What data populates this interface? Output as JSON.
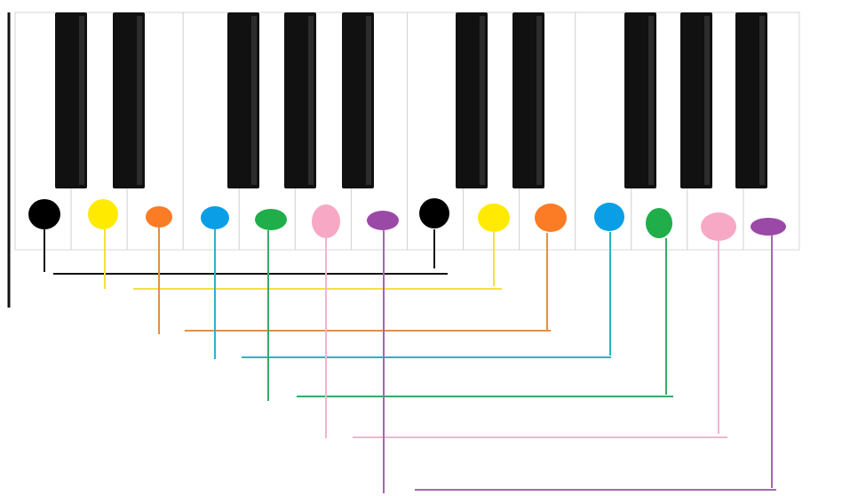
{
  "keyboard": {
    "white_key_count": 14,
    "black_keys_per_octave_pattern": [
      "C#",
      "D#",
      "F#",
      "G#",
      "A#"
    ],
    "black_key_color": "#111111",
    "white_key_color": "#ffffff",
    "white_key_border_color": "#d4d4d4"
  },
  "markers": [
    {
      "note": "C",
      "octave": 1,
      "color": "#000000"
    },
    {
      "note": "D",
      "octave": 1,
      "color": "#ffea00"
    },
    {
      "note": "E",
      "octave": 1,
      "color": "#fb7c24"
    },
    {
      "note": "F",
      "octave": 1,
      "color": "#0a9ee6"
    },
    {
      "note": "G",
      "octave": 1,
      "color": "#1fae4a"
    },
    {
      "note": "A",
      "octave": 1,
      "color": "#f7a8c4"
    },
    {
      "note": "B",
      "octave": 1,
      "color": "#9a4aa6"
    },
    {
      "note": "C",
      "octave": 2,
      "color": "#000000"
    },
    {
      "note": "D",
      "octave": 2,
      "color": "#ffea00"
    },
    {
      "note": "E",
      "octave": 2,
      "color": "#fb7c24"
    },
    {
      "note": "F",
      "octave": 2,
      "color": "#0a9ee6"
    },
    {
      "note": "G",
      "octave": 2,
      "color": "#1fae4a"
    },
    {
      "note": "A",
      "octave": 2,
      "color": "#f7a8c4"
    },
    {
      "note": "B",
      "octave": 2,
      "color": "#9a4aa6"
    }
  ],
  "connectors": [
    {
      "pair": "C",
      "color": "#111111"
    },
    {
      "pair": "D",
      "color": "#f2e33a"
    },
    {
      "pair": "E",
      "color": "#e0904c"
    },
    {
      "pair": "F",
      "color": "#2bb3c8"
    },
    {
      "pair": "G",
      "color": "#38a968"
    },
    {
      "pair": "A",
      "color": "#f0b6cf"
    },
    {
      "pair": "B",
      "color": "#a567b0"
    }
  ]
}
